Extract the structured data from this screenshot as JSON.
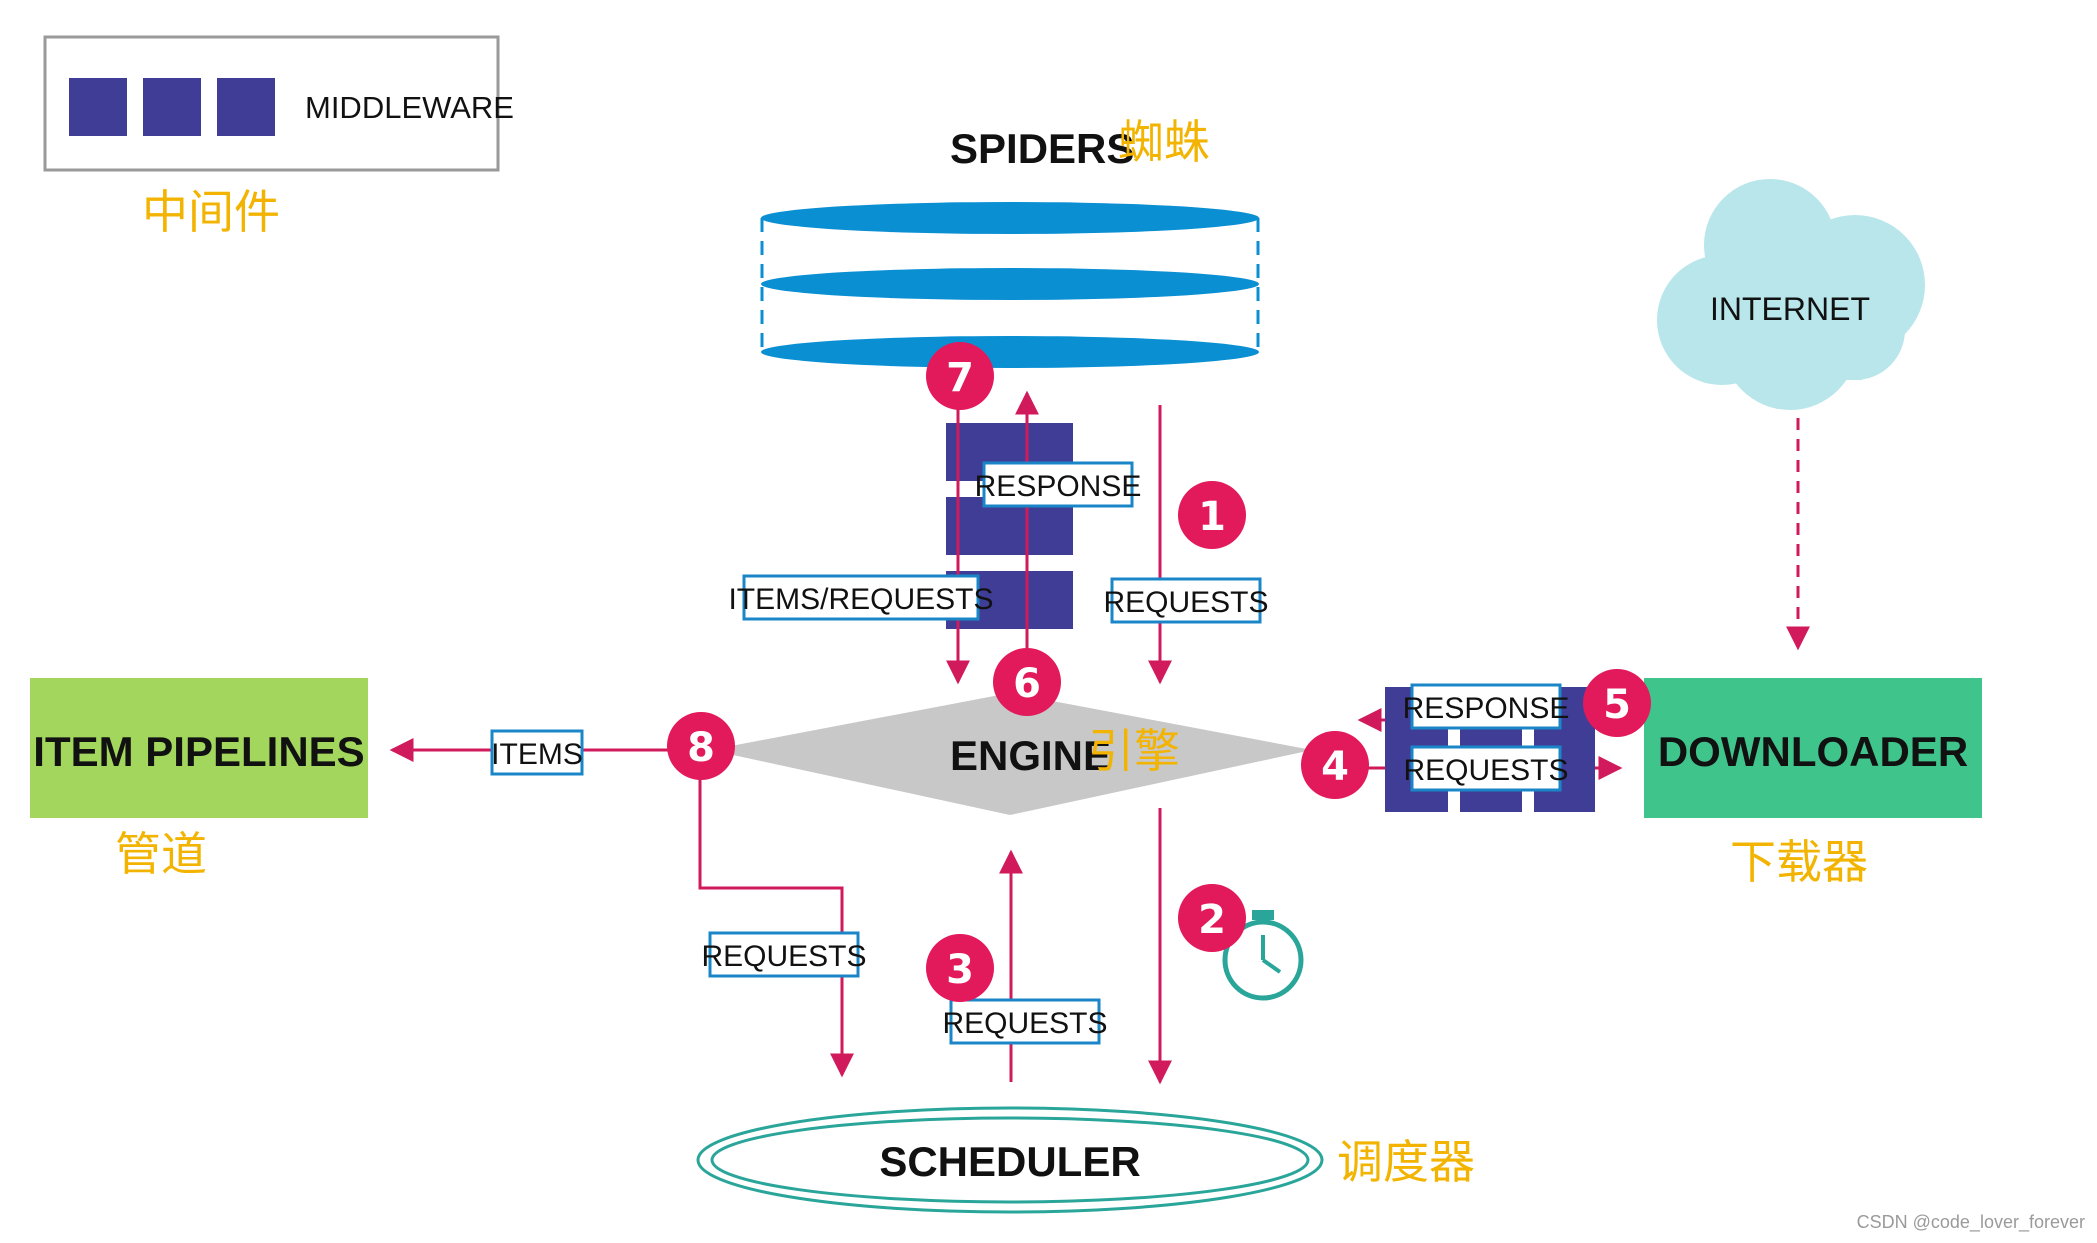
{
  "legend": {
    "label": "MIDDLEWARE",
    "zh": "中间件"
  },
  "spiders": {
    "title": "SPIDERS",
    "zh": "蜘蛛"
  },
  "engine": {
    "title": "ENGINE",
    "zh": "引擎"
  },
  "scheduler": {
    "title": "SCHEDULER",
    "zh": "调度器"
  },
  "pipelines": {
    "title": "ITEM PIPELINES",
    "zh": "管道"
  },
  "downloader": {
    "title": "DOWNLOADER",
    "zh": "下载器"
  },
  "internet": {
    "title": "INTERNET"
  },
  "flow_labels": {
    "requests_1": "REQUESTS",
    "response_7": "RESPONSE",
    "items_requests_6": "ITEMS/REQUESTS",
    "requests_3": "REQUESTS",
    "requests_8": "REQUESTS",
    "items": "ITEMS",
    "response_5": "RESPONSE",
    "requests_4": "REQUESTS"
  },
  "steps": [
    "1",
    "2",
    "3",
    "4",
    "5",
    "6",
    "7",
    "8"
  ],
  "colors": {
    "arrow": "#d01a5c",
    "step_badge": "#e2195b",
    "middleware": "#3f3d96",
    "spiders_disc": "#0a8fd3",
    "pipelines_box": "#a3d65c",
    "downloader_box": "#3fc48c",
    "internet_cloud": "#b8e6ea",
    "scheduler_ring": "#2aa59a",
    "engine_diamond": "#c8c8c8",
    "label_border": "#1a86c7",
    "chinese_text": "#f2b400"
  },
  "watermark": "CSDN @code_lover_forever"
}
